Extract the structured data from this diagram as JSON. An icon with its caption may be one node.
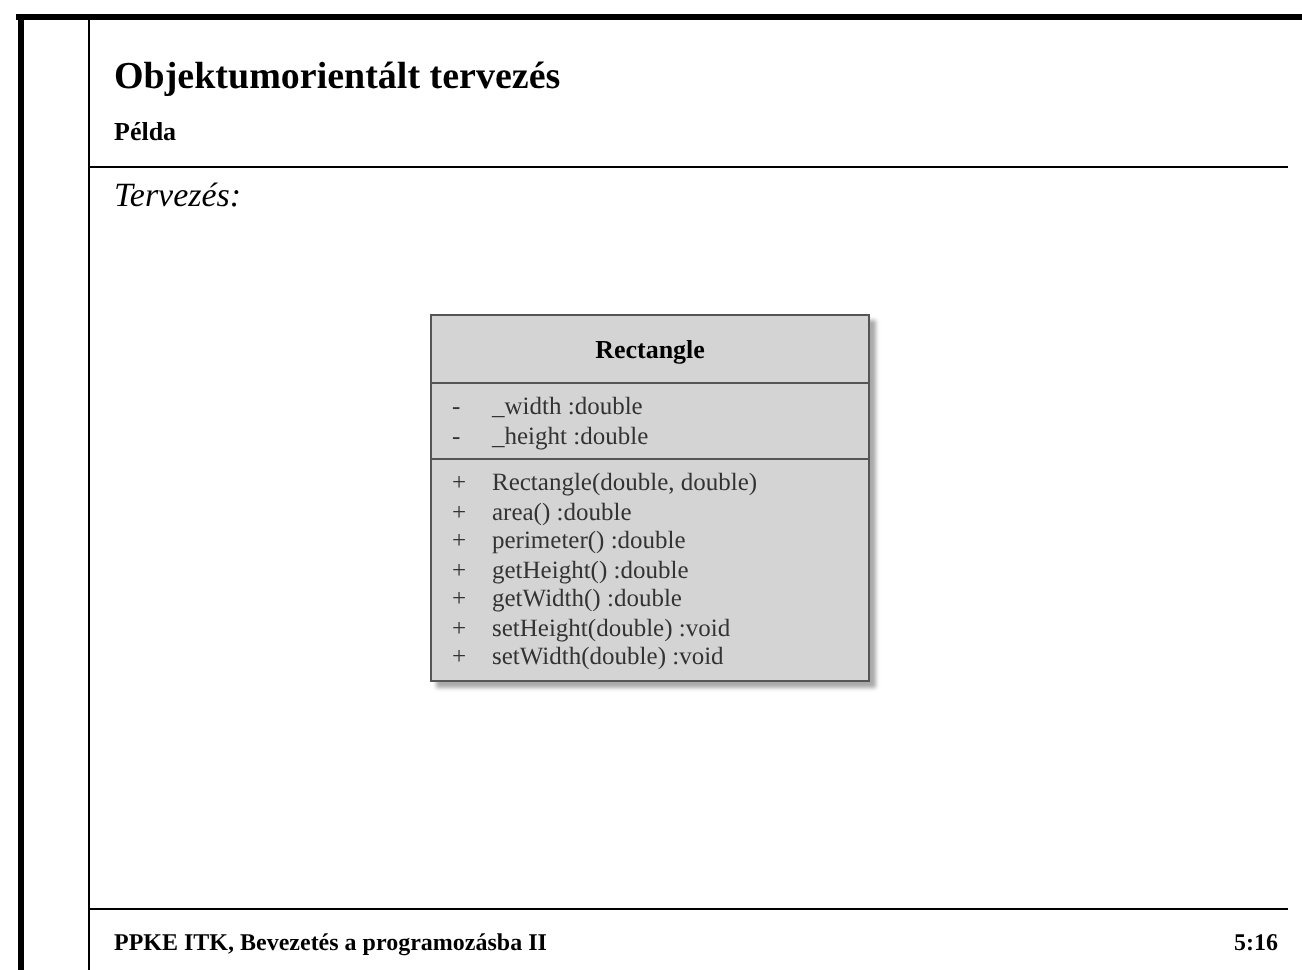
{
  "diagram": {
    "title": "Objektumorientált tervezés",
    "nodes": [
      {
        "text": [
          "Rectangle"
        ]
      },
      {
        "text": [
          "- _width :double",
          "- _height :double"
        ],
        "in": 0
      },
      {
        "text": [
          "+ Rectangle(double, double)",
          "+ area() :double",
          "+ perimeter() :double",
          "+ getHeight() :double",
          "+ getWidth() :double",
          "+ setHeight(double) :void",
          "+ setWidth(double) :void"
        ],
        "in": 0
      }
    ],
    "edges": [],
    "labels": [
      "Példa",
      "Tervezés:",
      "PPKE ITK, Bevezetés a programozásba II",
      "5:16"
    ]
  }
}
